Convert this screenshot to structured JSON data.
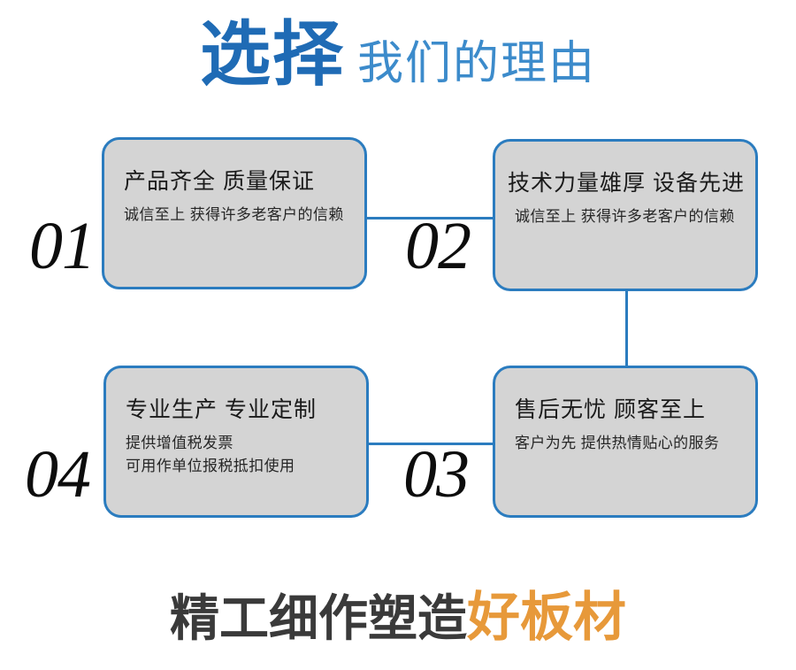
{
  "header": {
    "strong_text": "选择",
    "light_text": "我们的理由",
    "strong_color": "#1f6bb5",
    "light_color": "#3c8bcb"
  },
  "cards": [
    {
      "index": "01",
      "title": "产品齐全 质量保证",
      "body": "诚信至上 获得许多老客户的信赖",
      "fill_color": "#d4d4d4",
      "border_color": "#2b7cbf"
    },
    {
      "index": "02",
      "title": "技术力量雄厚 设备先进",
      "body": "诚信至上 获得许多老客户的信赖",
      "fill_color": "#d4d4d4",
      "border_color": "#2b7cbf"
    },
    {
      "index": "03",
      "title": "售后无忧 顾客至上",
      "body": "客户为先 提供热情贴心的服务",
      "fill_color": "#d4d4d4",
      "border_color": "#2b7cbf"
    },
    {
      "index": "04",
      "title": "专业生产 专业定制",
      "body": "提供增值税发票\n可用作单位报税抵扣使用",
      "fill_color": "#d4d4d4",
      "border_color": "#2b7cbf"
    }
  ],
  "connectors": {
    "color": "#2b7cbf",
    "items": [
      {
        "name": "card-01-to-card-02",
        "orientation": "horizontal"
      },
      {
        "name": "card-02-to-card-03",
        "orientation": "vertical"
      },
      {
        "name": "card-04-to-card-03",
        "orientation": "horizontal"
      }
    ]
  },
  "footer": {
    "dark_text": "精工细作塑造",
    "accent_text": "好板材",
    "dark_color": "#3a3a3a",
    "accent_color": "#e7993a"
  }
}
